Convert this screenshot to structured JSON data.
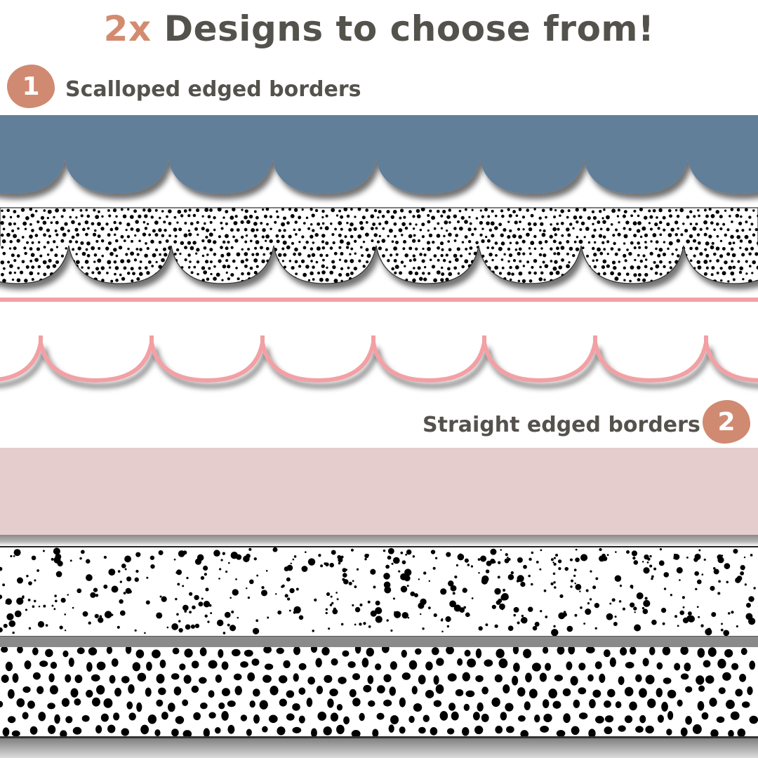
{
  "header": {
    "title_accent": "2x",
    "title_rest": "Designs to choose from!"
  },
  "sections": [
    {
      "number": "1",
      "label": "Scalloped edged borders",
      "borders": [
        {
          "name": "blue-scalloped",
          "fill": "#627f9a",
          "pattern": "solid"
        },
        {
          "name": "dotted-scalloped",
          "fill": "#ffffff",
          "pattern": "small-dots",
          "dot_color": "#000000"
        },
        {
          "name": "pink-outline-scalloped",
          "fill": "#ffffff",
          "pattern": "outline",
          "stroke": "#f2a0a4"
        }
      ]
    },
    {
      "number": "2",
      "label": "Straight edged borders",
      "borders": [
        {
          "name": "pink-straight",
          "fill": "#e5cdcd",
          "pattern": "solid"
        },
        {
          "name": "scattered-dots-straight",
          "fill": "#ffffff",
          "pattern": "scattered-dots",
          "dot_color": "#000000"
        },
        {
          "name": "bold-dots-straight",
          "fill": "#ffffff",
          "pattern": "bold-dots",
          "dot_color": "#000000"
        }
      ]
    }
  ],
  "colors": {
    "accent": "#d08a71",
    "text": "#54524c",
    "shadow": "#8a8a8a"
  }
}
